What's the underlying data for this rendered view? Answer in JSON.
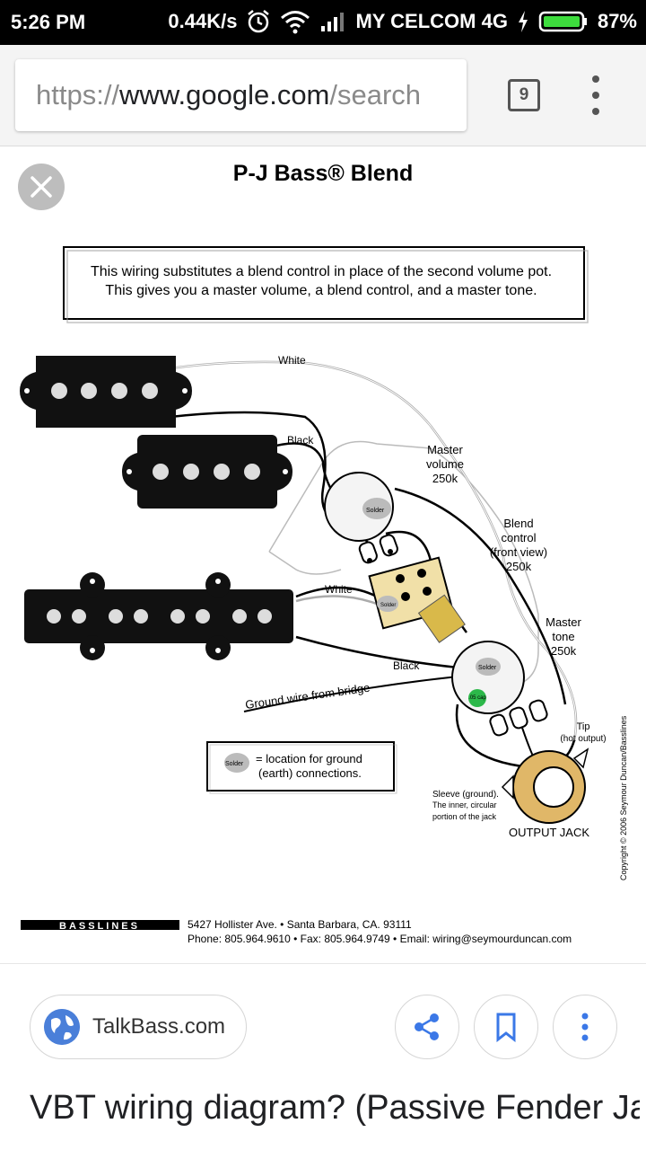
{
  "status_bar": {
    "time": "5:26 PM",
    "net_speed": "0.44K/s",
    "carrier": "MY CELCOM 4G",
    "battery": "87%",
    "icons": [
      "alarm-icon",
      "wifi-icon",
      "signal-icon",
      "charging-icon",
      "battery-icon"
    ]
  },
  "browser": {
    "url_scheme": "https://",
    "url_host": "www.google.com",
    "url_path": "/search",
    "tab_count": "9"
  },
  "diagram": {
    "title": "P-J Bass® Blend",
    "note_line1": "This wiring substitutes a blend control in place of the second volume pot.",
    "note_line2": "This gives you a master volume, a blend control, and a master tone.",
    "wire_white_top": "White",
    "wire_black_top": "Black",
    "wire_white_mid": "White",
    "wire_black_bottom": "Black",
    "ground_wire": "Ground wire from bridge",
    "master_volume": [
      "Master",
      "volume",
      "250k"
    ],
    "blend_control": [
      "Blend",
      "control",
      "(front view)",
      "250k"
    ],
    "master_tone": [
      "Master",
      "tone",
      "250k"
    ],
    "solder": "Solder",
    "cap": ".05 cap",
    "tip": [
      "Tip",
      "(hot output)"
    ],
    "sleeve": [
      "Sleeve (ground).",
      "The inner, circular",
      "portion of the jack"
    ],
    "output_jack": "OUTPUT JACK",
    "legend_line1": "= location for ground",
    "legend_line2": "(earth) connections.",
    "copyright": "Copyright © 2006 Seymour Duncan/Basslines",
    "brand": "BASSLINES",
    "address": "5427 Hollister Ave. • Santa Barbara, CA. 93111",
    "contact": "Phone: 805.964.9610 • Fax: 805.964.9749 • Email: wiring@seymourduncan.com"
  },
  "result": {
    "source": "TalkBass.com",
    "title": "VBT wiring diagram? (Passive Fender Jazz Bass) | TalkBass"
  },
  "colors": {
    "status_bg": "#000000",
    "chrome_bg": "#f4f4f4",
    "globe": "#4a7fd9",
    "action_icon": "#3b78e7"
  }
}
